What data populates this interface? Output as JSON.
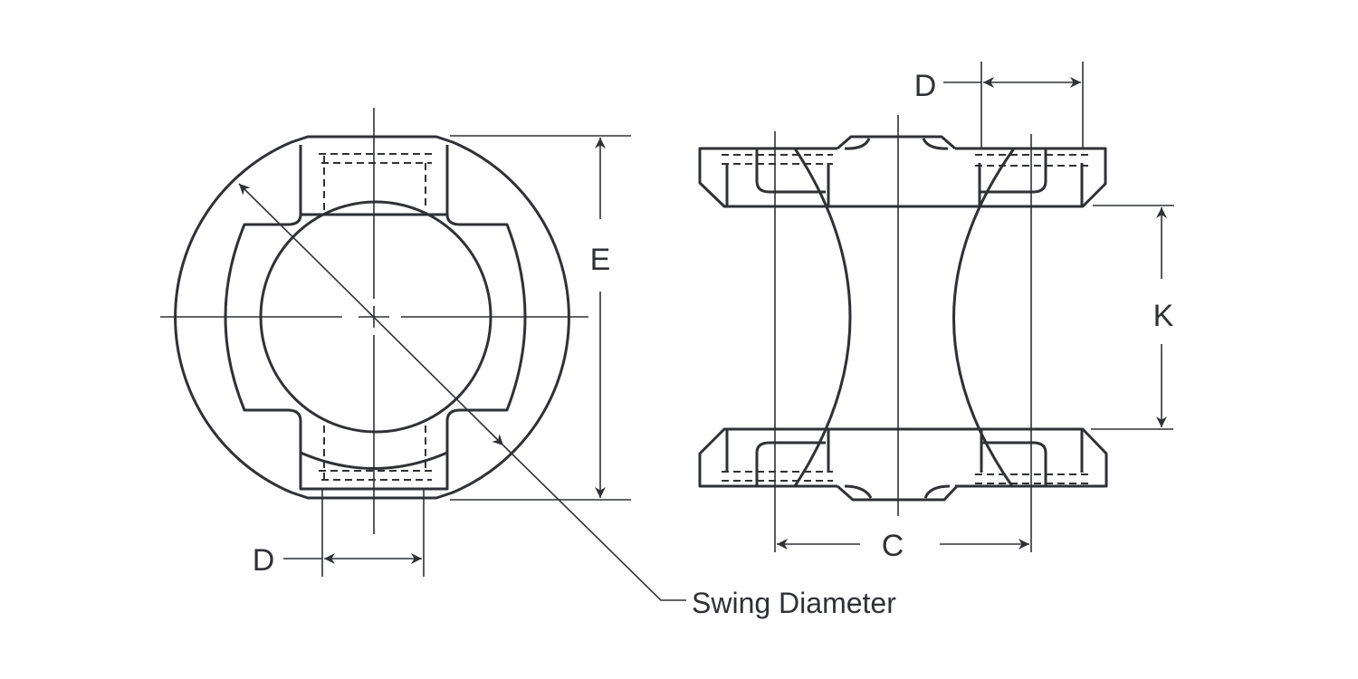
{
  "diagram": {
    "colors": {
      "line": "#2f3135",
      "background": "#ffffff"
    },
    "end_view": {
      "label_e": "E",
      "label_d": "D",
      "swing_label": "Swing Diameter"
    },
    "side_view": {
      "label_d": "D",
      "label_c": "C",
      "label_k": "K"
    }
  }
}
